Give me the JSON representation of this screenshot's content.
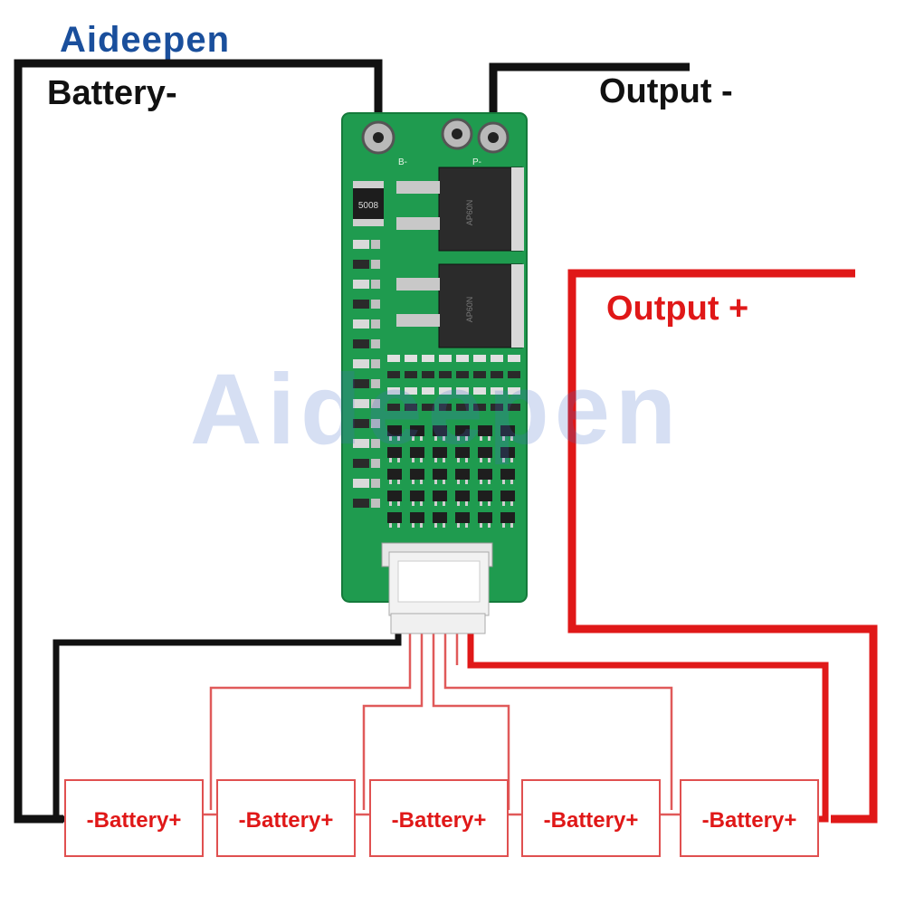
{
  "brand": {
    "logo_text": "Aideepen",
    "watermark_text": "Aideepen"
  },
  "labels": {
    "battery_negative": "Battery-",
    "output_negative": "Output -",
    "output_positive": "Output +"
  },
  "board": {
    "pad_b_label": "B-",
    "pad_p_label": "P-",
    "resistor_marking": "5008",
    "mosfet_marking": "AP60N"
  },
  "cells": [
    {
      "minus": "-",
      "label": "Battery",
      "plus": "+"
    },
    {
      "minus": "-",
      "label": "Battery",
      "plus": "+"
    },
    {
      "minus": "-",
      "label": "Battery",
      "plus": "+"
    },
    {
      "minus": "-",
      "label": "Battery",
      "plus": "+"
    },
    {
      "minus": "-",
      "label": "Battery",
      "plus": "+"
    }
  ],
  "colors": {
    "pcb": "#1f9b4f",
    "wire_black": "#111111",
    "wire_red": "#e01818",
    "thin_red": "#e05a5a",
    "cell_border": "#e05050",
    "connector": "#f2f2f2",
    "brand_blue": "#1a4f9c",
    "brand_orange": "#f2a21b"
  }
}
